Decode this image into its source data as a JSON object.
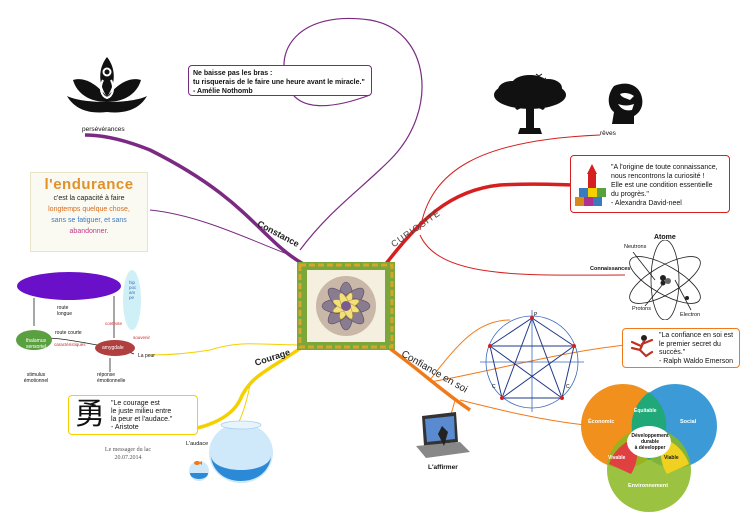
{
  "center": {
    "colors": {
      "frame_green": "#7aa63a",
      "frame_gold": "#d6a629"
    }
  },
  "branches": {
    "constance": {
      "label": "Constance",
      "color": "#7b2a83"
    },
    "curiosite": {
      "label": "CURIOSITÉ",
      "color": "#d62020"
    },
    "courage": {
      "label": "Courage",
      "color": "#f5d000"
    },
    "confiance": {
      "label": "Confiance en soi",
      "color": "#f07a1a"
    }
  },
  "nodes": {
    "perseverances": "persévérances",
    "quote_nothomb": {
      "line1": "Ne baisse pas les bras :",
      "line2": "tu risquerais de le faire une heure avant le miracle.\"",
      "line3": "- Amélie Nothomb"
    },
    "endurance": {
      "title": "l'endurance",
      "line1": "c'est la capacité à faire",
      "line2": "longtemps quelque chose,",
      "line3": "sans se fatiguer, et sans",
      "line4": "abandonner."
    },
    "reves": "rêves",
    "quote_david_neel": {
      "line1": "\"A l'origine de toute connaissance,",
      "line2": "nous rencontrons la curiosité !",
      "line3": "Elle est une condition essentielle",
      "line4": "du progrès.\"",
      "line5": "- Alexandra David-neel"
    },
    "atome": {
      "title": "Atome",
      "neutrons": "Neutrons",
      "protons": "Protons",
      "electron": "Electron",
      "connaissances": "Connaissances"
    },
    "quote_emerson": {
      "line1": "\"La confiance en soi est",
      "line2": "le premier secret du",
      "line3": "succès.\"",
      "line4": "- Ralph Waldo Emerson"
    },
    "laffirmer": "L'affirmer",
    "venn": {
      "economic": "Économic",
      "social": "Social",
      "environnement": "Environnement",
      "equitable": "Équitable",
      "vivable": "Vivable",
      "viable": "Viable",
      "center_line1": "Développement",
      "center_line2": "durable",
      "center_line3": "à développer"
    },
    "stress": {
      "stimulus": "stimulus émotionnel",
      "thalamus": "thalamus sensoriel",
      "route_longue": "route longue",
      "route_courte": "route courte",
      "caracteristiques": "caractéristiques",
      "amygdale": "amygdale",
      "reponse": "réponse émotionnelle",
      "la_peur": "La peur",
      "hippocampe": "hippocampe",
      "contexte": "contexte",
      "souvenir": "souvenir"
    },
    "quote_aristote": {
      "char": "勇",
      "line1": "\"Le courage est",
      "line2": "le juste milieu entre",
      "line3": "la peur et l'audace.\"",
      "line4": "- Aristote"
    },
    "laudace": "L'audace",
    "signature": {
      "line1": "Le messager du lac",
      "line2": "20.07.2014"
    }
  }
}
